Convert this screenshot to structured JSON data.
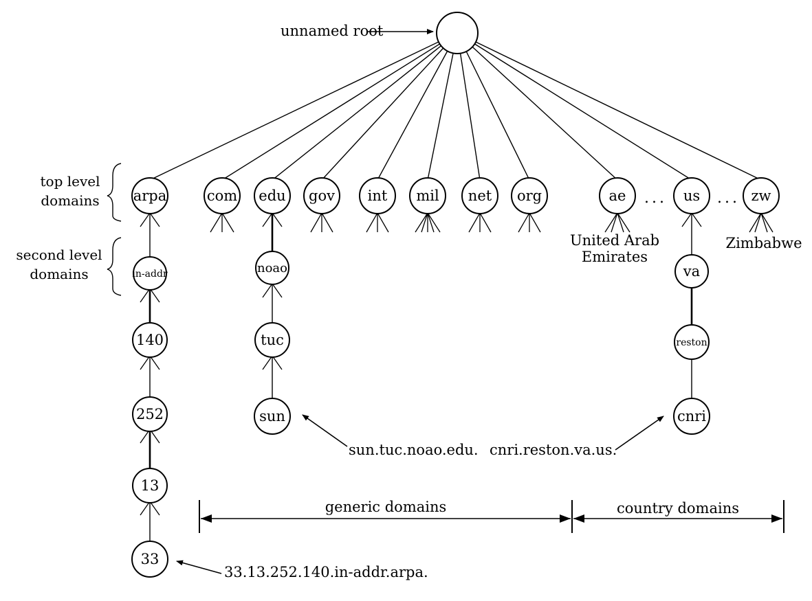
{
  "root": {
    "caption": "unnamed root"
  },
  "side_labels": {
    "top_level": [
      "top level",
      "domains"
    ],
    "second_level": [
      "second level",
      "domains"
    ]
  },
  "nodes": {
    "arpa": "arpa",
    "com": "com",
    "edu": "edu",
    "gov": "gov",
    "int": "int",
    "mil": "mil",
    "net": "net",
    "org": "org",
    "ae": "ae",
    "us": "us",
    "zw": "zw",
    "in_addr": "in-addr",
    "n140": "140",
    "n252": "252",
    "n13": "13",
    "n33": "33",
    "noao": "noao",
    "tuc": "tuc",
    "sun": "sun",
    "va": "va",
    "reston": "reston",
    "cnri": "cnri"
  },
  "country_names": {
    "ae": [
      "United Arab",
      "Emirates"
    ],
    "zw": "Zimbabwe"
  },
  "ellipsis": "...",
  "annotations": {
    "sun": "sun.tuc.noao.edu.",
    "cnri": "cnri.reston.va.us.",
    "in_addr": "33.13.252.140.in-addr.arpa."
  },
  "ranges": {
    "generic": "generic domains",
    "country": "country domains"
  }
}
